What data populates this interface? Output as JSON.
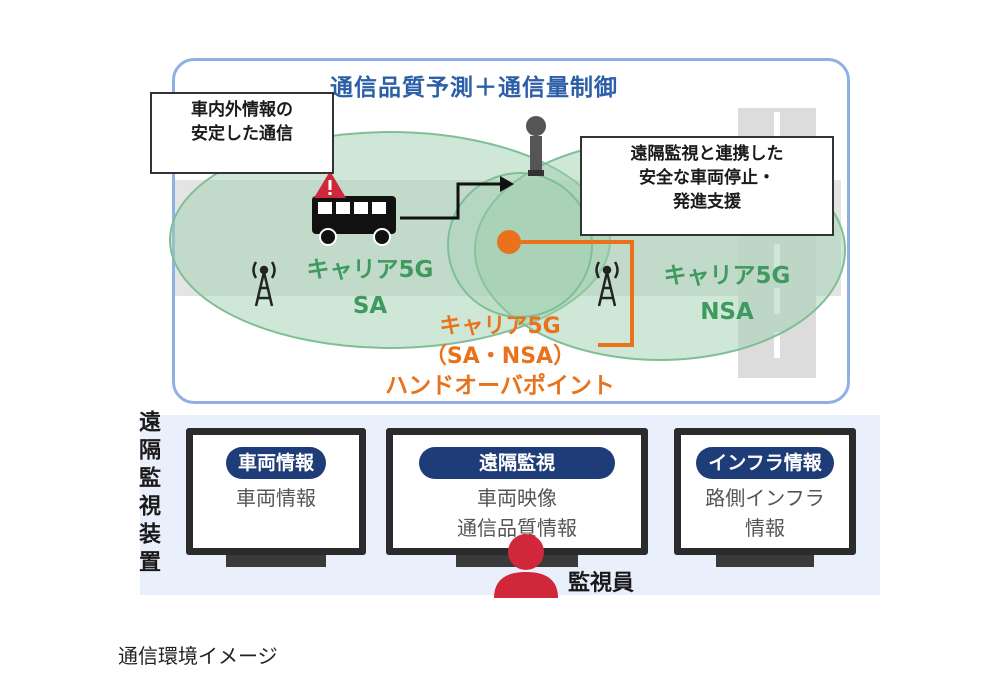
{
  "diagram": {
    "title": "通信品質予測＋通信量制御",
    "callout_left": [
      "車内外情報の",
      "安定した通信"
    ],
    "callout_right": [
      "遠隔監視と連携した",
      "安全な車両停止・",
      "発進支援"
    ],
    "zone_left": [
      "キャリア5G",
      "SA"
    ],
    "zone_right": [
      "キャリア5G",
      "NSA"
    ],
    "zone_center": [
      "キャリア5G",
      "（SA・NSA）"
    ],
    "handover": "ハンドオーバポイント"
  },
  "monitoring": {
    "side_title": "遠隔監視装置",
    "monitors": [
      {
        "header": "車両情報",
        "lines": [
          "車両情報"
        ]
      },
      {
        "header": "遠隔監視",
        "lines": [
          "車両映像",
          "通信品質情報"
        ]
      },
      {
        "header": "インフラ情報",
        "lines": [
          "路側インフラ",
          "情報"
        ]
      }
    ],
    "operator": "監視員"
  },
  "caption": "通信環境イメージ",
  "colors": {
    "frame": "#8fb0e3",
    "zone_fill": "#9fcfae",
    "zone_text": "#3e9a5e",
    "handover": "#e8731c",
    "pill": "#1e3c78",
    "operator": "#d0283a"
  }
}
